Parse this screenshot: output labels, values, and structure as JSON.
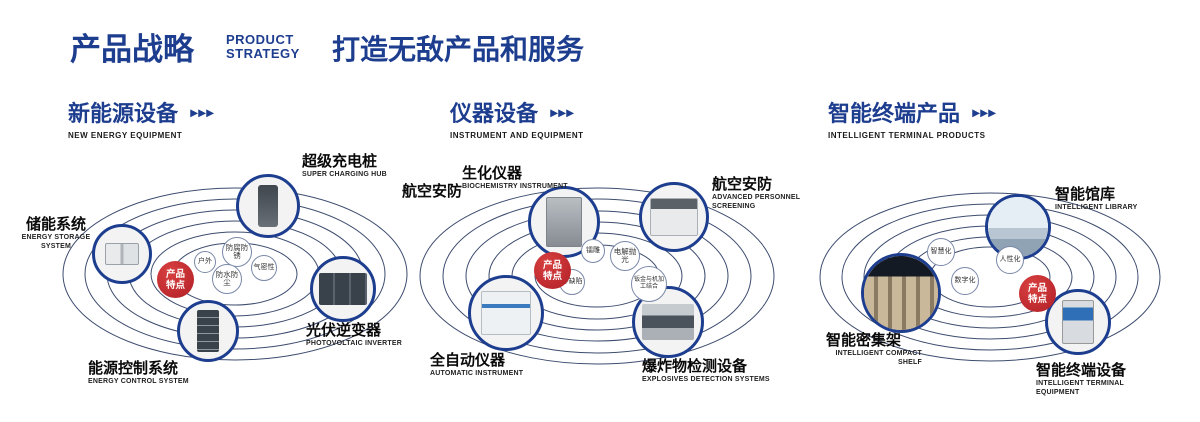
{
  "header": {
    "title": "产品战略",
    "subtitle_lines": [
      "PRODUCT",
      "STRATEGY"
    ],
    "tagline": "打造无敌产品和服务"
  },
  "badge_label": "产品特点",
  "arrow_glyph": "▸▸▸",
  "sections": [
    {
      "title": "新能源设备",
      "subtitle": "NEW ENERGY EQUIPMENT",
      "nodes": [
        {
          "cn": "储能系统",
          "en": "ENERGY STORAGE SYSTEM"
        },
        {
          "cn": "超级充电桩",
          "en": "SUPER CHARGING HUB"
        },
        {
          "cn": "光伏逆变器",
          "en": "PHOTOVOLTAIC INVERTER"
        },
        {
          "cn": "能源控制系统",
          "en": "ENERGY CONTROL SYSTEM"
        }
      ],
      "features": [
        "防腐防锈",
        "户外",
        "气密性",
        "防水防尘"
      ]
    },
    {
      "title": "仪器设备",
      "subtitle": "INSTRUMENT AND EQUIPMENT",
      "extra_label": "航空安防",
      "nodes": [
        {
          "cn": "生化仪器",
          "en": "BIOCHEMISTRY INSTRUMENT"
        },
        {
          "cn": "航空安防",
          "en": "ADVANCED PERSONNEL SCREENING"
        },
        {
          "cn": "全自动仪器",
          "en": "AUTOMATIC INSTRUMENT"
        },
        {
          "cn": "爆炸物检测设备",
          "en": "EXPLOSIVES DETECTION SYSTEMS"
        }
      ],
      "features": [
        "镭雕",
        "电解抛光",
        "零缺陷",
        "钣金与机加工结合"
      ]
    },
    {
      "title": "智能终端产品",
      "subtitle": "INTELLIGENT TERMINAL PRODUCTS",
      "nodes": [
        {
          "cn": "智能馆库",
          "en": "INTELLIGENT LIBRARY"
        },
        {
          "cn": "智能密集架",
          "en": "INTELLIGENT COMPACT SHELF"
        },
        {
          "cn": "智能终端设备",
          "en": "INTELLIGENT TERMINAL EQUIPMENT"
        }
      ],
      "features": [
        "智慧化",
        "人性化",
        "数字化"
      ]
    }
  ],
  "colors": {
    "primary_blue": "#1d3d8f",
    "badge_red": "#c1272d"
  }
}
